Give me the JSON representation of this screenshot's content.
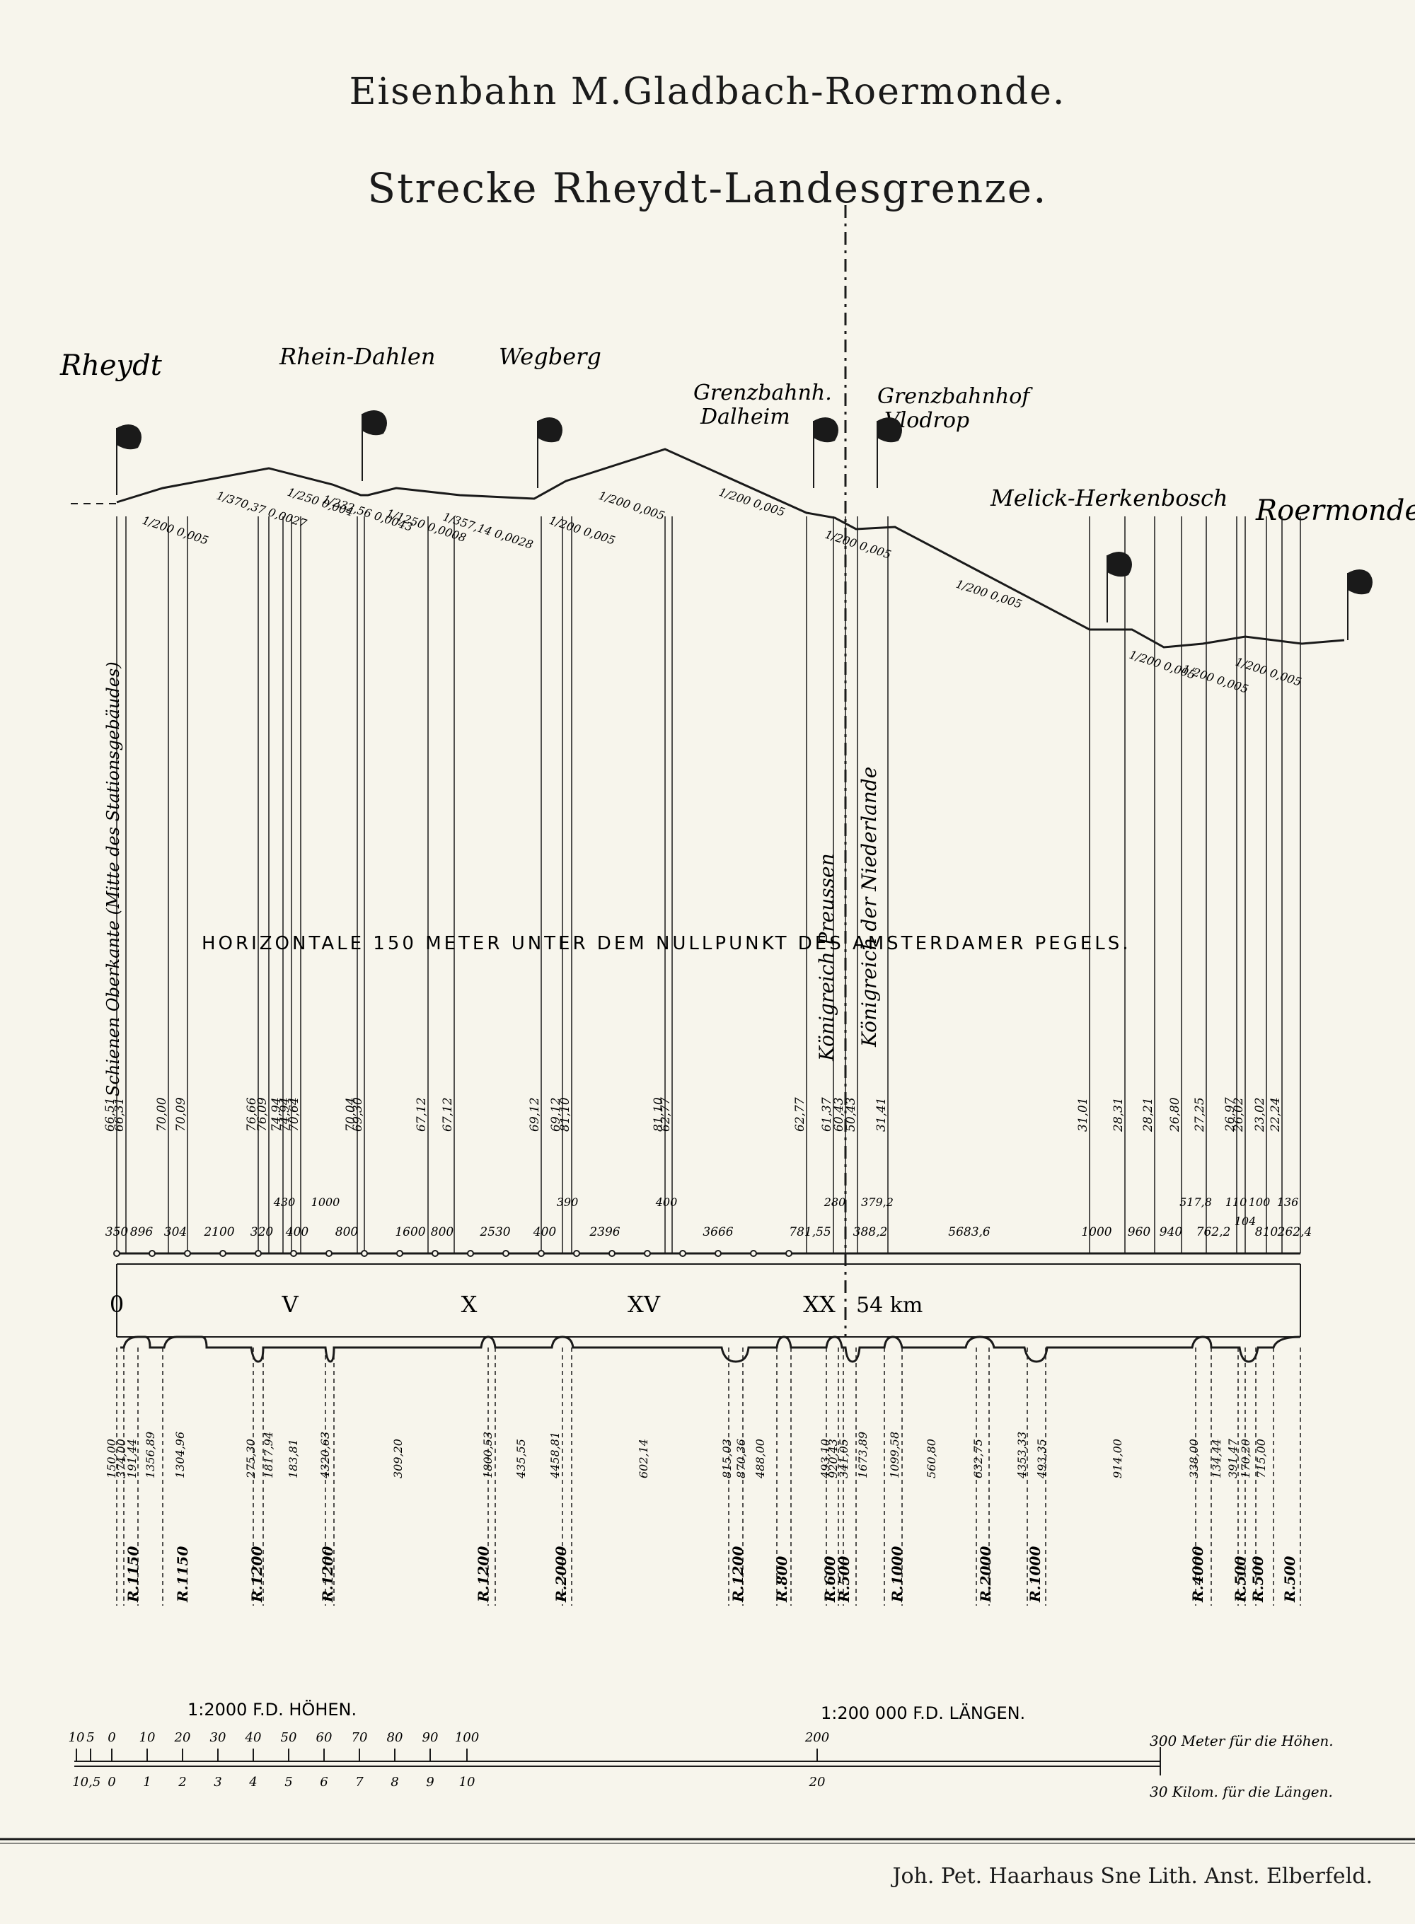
{
  "title": "Eisenbahn M.Gladbach-Roermonde.",
  "subtitle": "Strecke Rheydt-Landesgrenze.",
  "stations": [
    {
      "name": "Rheydt"
    },
    {
      "name": "Rhein-Dahlen"
    },
    {
      "name": "Wegberg"
    },
    {
      "name": "Grenzbahnh. Dalheim"
    },
    {
      "name": "Grenzbahnhof Vlodrop"
    },
    {
      "name": "Melick-Herkenbosch"
    },
    {
      "name": "Roermonde"
    }
  ],
  "labels": {
    "left_vertical": "Schienen Oberkante (Mitte des Stationsgebäudes)",
    "horizontal_line": "HORIZONTALE 150 METER UNTER DEM NULLPUNKT DES AMSTERDAMER PEGELS.",
    "prussia": "Königreich Preussen",
    "netherlands": "Königreich der Niederlande",
    "total_km": "54 km"
  },
  "km_markers": [
    "0",
    "V",
    "X",
    "XV",
    "XX"
  ],
  "gradients": [
    "1/200 0,005",
    "1/370,37 0,0027",
    "1/250 0,004",
    "1/232,56 0,0043",
    "1/1250 0,0008",
    "1/357,14 0,0028",
    "1/200 0,005",
    "1/200 0,005",
    "1/200 0,005",
    "1/200 0,005",
    "1/200 0,005",
    "1/200 0,005",
    "1/200 0,005",
    "1/200 0,005"
  ],
  "elevations": [
    "66,51",
    "66,31",
    "70,00",
    "70,09",
    "76,66",
    "76,09",
    "74,94",
    "74,94",
    "70,64",
    "70,04",
    "69,30",
    "67,12",
    "67,12",
    "69,12",
    "69,12",
    "81,10",
    "81,10",
    "62,77",
    "62,77",
    "61,37",
    "60,43",
    "50,43",
    "31,41",
    "31,01",
    "28,31",
    "28,21",
    "26,80",
    "27,25",
    "26,97",
    "26,02",
    "23,02",
    "22,24"
  ],
  "segment_lengths": [
    "350",
    "896",
    "304",
    "2100",
    "320",
    "400",
    "800",
    "1600",
    "800",
    "2530",
    "400",
    "2396",
    "3666",
    "781,55",
    "388,2",
    "5683,6",
    "1000",
    "960",
    "940",
    "762,2",
    "810",
    "262,4"
  ],
  "segment_lengths_upper": [
    "430",
    "1000",
    "390",
    "400",
    "280",
    "379,2",
    "517,8",
    "110",
    "100",
    "136",
    "104"
  ],
  "straight_lengths": [
    "150,00",
    "374,00",
    "191,44",
    "1356,89",
    "1304,96",
    "275,30",
    "1817,94",
    "183,81",
    "4320,63",
    "309,20",
    "1800,53",
    "435,55",
    "4458,81",
    "602,14",
    "815,03",
    "870,36",
    "488,00",
    "493,10",
    "920,43",
    "341,05",
    "1673,89",
    "1099,58",
    "560,80",
    "632,75",
    "4353,33",
    "493,35",
    "914,00",
    "338,00",
    "134,44",
    "391,47",
    "170,20",
    "715,00"
  ],
  "curves": [
    "R.1150",
    "R.1150",
    "R.1200",
    "R.1200",
    "R.1200",
    "R.2000",
    "R.1200",
    "R.800",
    "R.600",
    "R.500",
    "R.1000",
    "R.2000",
    "R.1000",
    "R.4000",
    "R.500",
    "R.500",
    "R.500"
  ],
  "scale": {
    "heights_label": "1:2000 F.D. HÖHEN.",
    "lengths_label": "1:200 000 F.D. LÄNGEN.",
    "height_ticks": [
      "10",
      "5",
      "0",
      "10",
      "20",
      "30",
      "40",
      "50",
      "60",
      "70",
      "80",
      "90",
      "100",
      "200"
    ],
    "length_ticks": [
      "1",
      "0,5",
      "0",
      "1",
      "2",
      "3",
      "4",
      "5",
      "6",
      "7",
      "8",
      "9",
      "10",
      "20"
    ],
    "heights_note": "300 Meter für die Höhen.",
    "lengths_note": "30 Kilom. für die Längen."
  },
  "footer": "Joh. Pet. Haarhaus Sne Lith. Anst. Elberfeld."
}
